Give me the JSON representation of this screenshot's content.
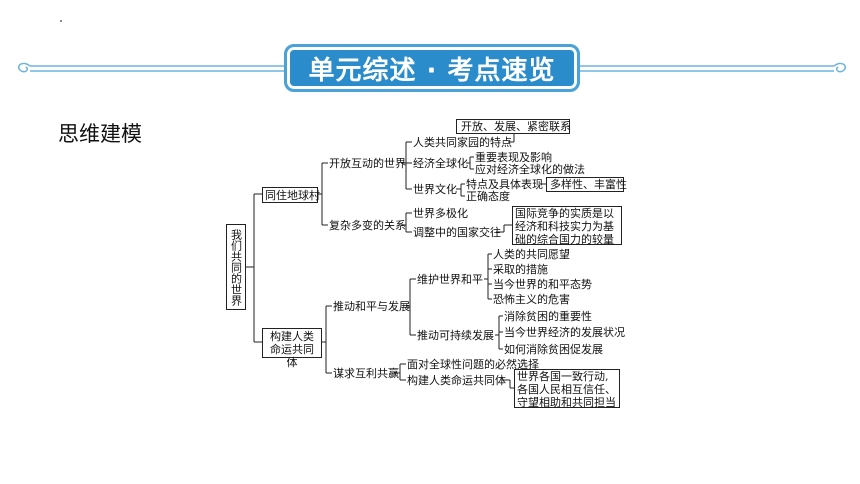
{
  "banner": {
    "title": "单元综述 · 考点速览"
  },
  "section": {
    "title": "思维建模"
  },
  "root": "我们共同的世界",
  "nodes": {
    "b1": "同住地球村",
    "b1a": "开放互动的世界",
    "b1a1": "人类共同家园的特点",
    "b1a1x": "开放、发展、紧密联系",
    "b1a2": "经济全球化",
    "b1a2a": "重要表现及影响",
    "b1a2b": "应对经济全球化的做法",
    "b1a3": "世界文化",
    "b1a3a": "特点及具体表现",
    "b1a3ax": "多样性、丰富性",
    "b1a3b": "正确态度",
    "b1b": "复杂多变的关系",
    "b1b1": "世界多极化",
    "b1b2": "调整中的国家交往",
    "b1b2x": "国际竞争的实质是以经济和科技实力为基础的综合国力的较量",
    "b2": "构建人类命运共同体",
    "b2a": "推动和平与发展",
    "b2a1": "维护世界和平",
    "b2a1a": "人类的共同愿望",
    "b2a1b": "采取的措施",
    "b2a1c": "当今世界的和平态势",
    "b2a1d": "恐怖主义的危害",
    "b2a2": "推动可持续发展",
    "b2a2a": "消除贫困的重要性",
    "b2a2b": "当今世界经济的发展状况",
    "b2a2c": "如何消除贫困促发展",
    "b2b": "谋求互利共赢",
    "b2b1": "面对全球性问题的必然选择",
    "b2b2": "构建人类命运共同体",
    "b2b2x": "世界各国一致行动,各国人民相互信任、守望相助和共同担当"
  },
  "colors": {
    "banner": "#2b8ccc",
    "banner_border": "#4aa3d8",
    "deco": "#6db3e0",
    "text": "#111111"
  }
}
